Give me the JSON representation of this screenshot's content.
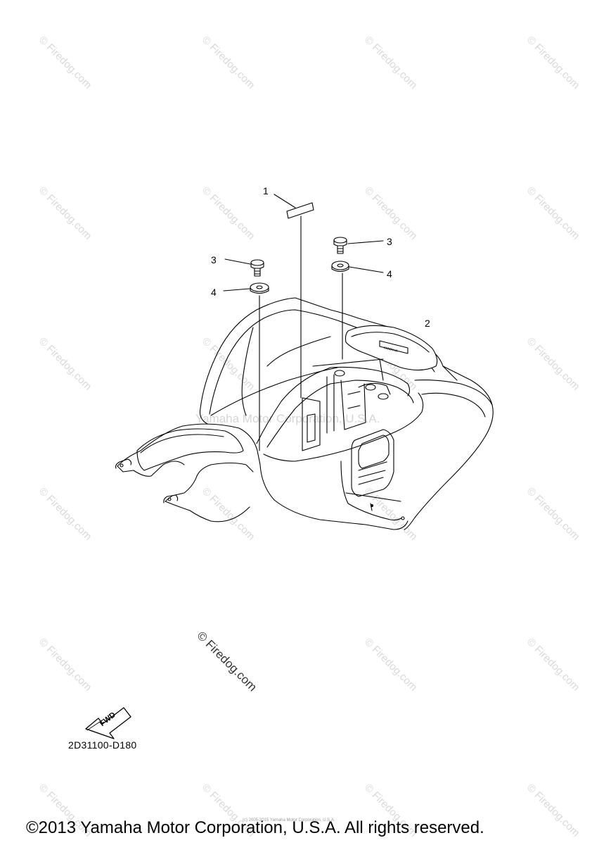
{
  "watermark": {
    "text": "© Firedog.com",
    "center_text": "Yamaha Motor Corporation, U.S.A."
  },
  "callouts": [
    {
      "id": "1",
      "label": "1"
    },
    {
      "id": "2",
      "label": "2"
    },
    {
      "id": "3a",
      "label": "3"
    },
    {
      "id": "3b",
      "label": "3"
    },
    {
      "id": "4a",
      "label": "4"
    },
    {
      "id": "4b",
      "label": "4"
    }
  ],
  "decal_text": "YAMAHA",
  "fwd_label": "FWD",
  "part_code": "2D31100-D180",
  "copyright": "©2013 Yamaha Motor Corporation, U.S.A. All rights reserved.",
  "small_print": "(c) 2005-2015 Yamaha Motor Corporation, U.S.A."
}
